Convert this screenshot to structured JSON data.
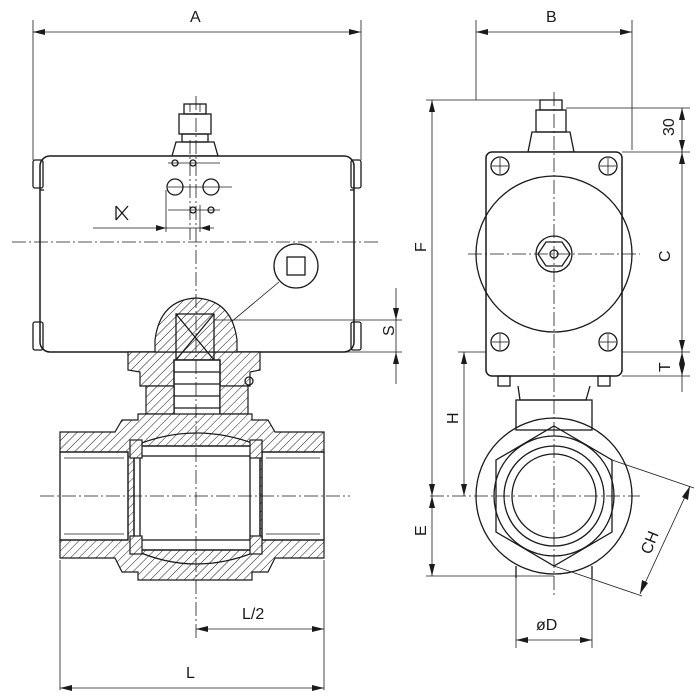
{
  "dimensions": {
    "A": "A",
    "B": "B",
    "C": "C",
    "D": "øD",
    "E": "E",
    "F": "F",
    "H": "H",
    "L": "L",
    "L2": "L/2",
    "S": "S",
    "T": "T",
    "CH": "CH",
    "top30": "30"
  }
}
